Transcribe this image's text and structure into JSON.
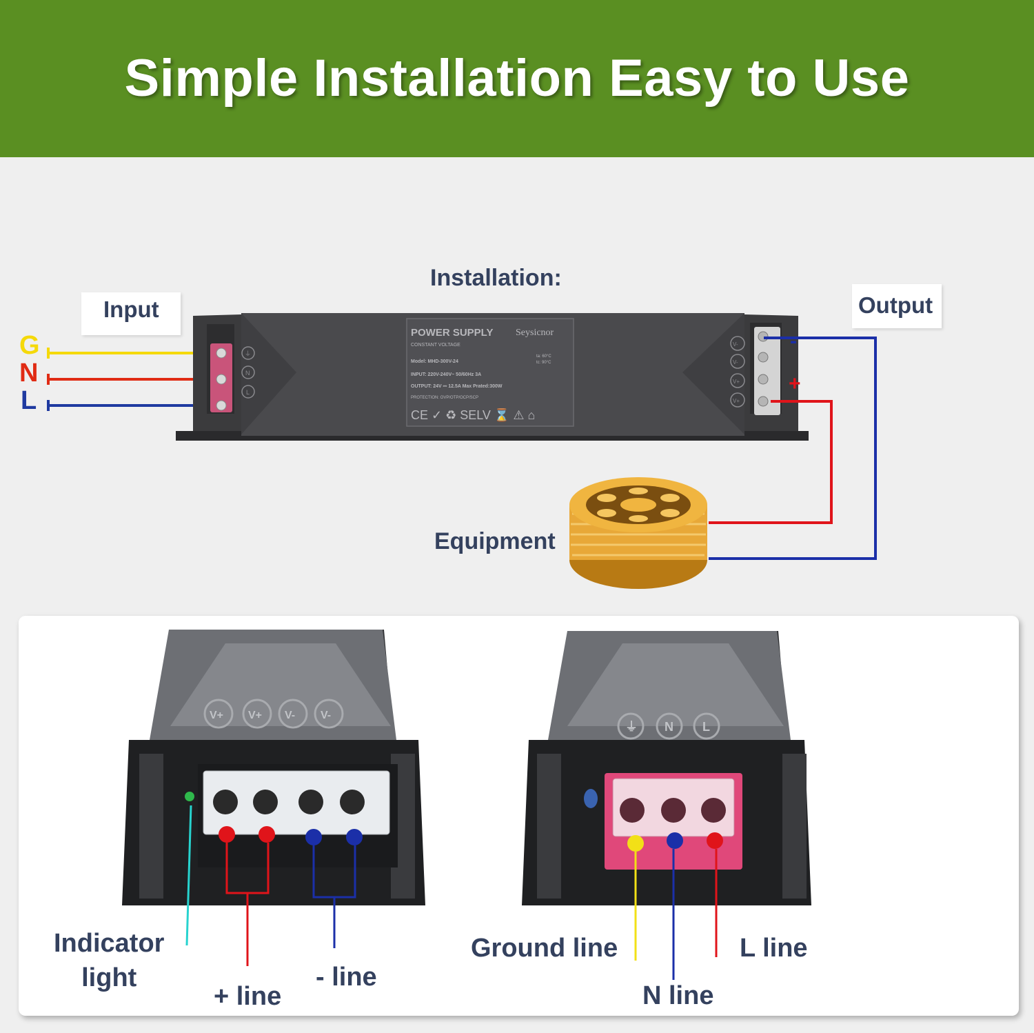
{
  "banner": {
    "title": "Simple Installation Easy to Use",
    "background": "#5a8f22"
  },
  "diagram": {
    "title": "Installation:",
    "input_label": "Input",
    "output_label": "Output",
    "equipment_label": "Equipment",
    "wires": {
      "g": {
        "letter": "G",
        "color": "#f5d90a"
      },
      "n": {
        "letter": "N",
        "color": "#e02b14"
      },
      "l": {
        "letter": "L",
        "color": "#1f3aa0"
      }
    },
    "output_polarity": {
      "negative": "-",
      "positive": "+"
    },
    "device_label": {
      "brand": "Seysicnor",
      "heading": "POWER SUPPLY",
      "subheading": "CONSTANT VOLTAGE",
      "model": "Model: MHD-300V-24",
      "input": "INPUT: 220V-240V~ 50/60Hz 3A",
      "output": "OUTPUT: 24V ⎓ 12.5A Max Prated:300W",
      "protection": "PROTECTION: OVP/OTP/OCP/SCP",
      "ta": "ta: 60°C",
      "tc": "tc: 90°C",
      "certs": "CE ✓ ♻ SELV ⌛ ⚠ ⌂"
    },
    "input_terminal_symbols": [
      "⏚",
      "N",
      "L"
    ],
    "output_terminal_symbols": [
      "V-",
      "V-",
      "V+",
      "V+"
    ]
  },
  "photos": {
    "output_terminal_symbols": [
      "V+",
      "V+",
      "V-",
      "V-"
    ],
    "input_terminal_symbols": [
      "⏚",
      "N",
      "L"
    ],
    "captions": {
      "indicator": [
        "Indicator",
        "light"
      ],
      "plus_line": "+ line",
      "minus_line": "- line",
      "ground_line": "Ground line",
      "l_line": "L line",
      "n_line": "N line"
    },
    "colors": {
      "plus": "#e0141a",
      "minus": "#1b2fa8",
      "ground": "#f2e017",
      "indicator": "#27d3cf"
    }
  }
}
